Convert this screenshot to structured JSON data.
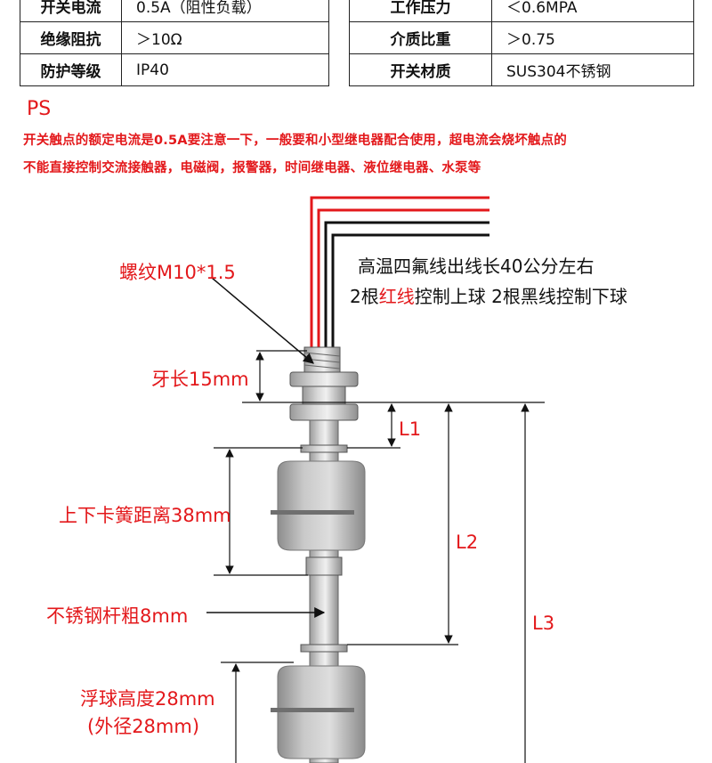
{
  "spec_table": {
    "left": [
      {
        "key": "开关电流",
        "value": "0.5A（阻性负载）"
      },
      {
        "key": "绝缘阻抗",
        "value": "＞10Ω"
      },
      {
        "key": "防护等级",
        "value": "IP40"
      }
    ],
    "right": [
      {
        "key": "工作压力",
        "value": "＜0.6MPA"
      },
      {
        "key": "介质比重",
        "value": "＞0.75"
      },
      {
        "key": "开关材质",
        "value": "SUS304不锈钢"
      }
    ]
  },
  "ps": {
    "title": "PS",
    "line1": "开关触点的额定电流是0.5A要注意一下，一般要和小型继电器配合使用，超电流会烧坏触点的",
    "line2": "不能直接控制交流接触器，电磁阀，报警器，时间继电器、液位继电器、水泵等"
  },
  "diagram": {
    "thread_label": "螺纹M10*1.5",
    "wire_note_1": "高温四氟线出线长40公分左右",
    "wire_note_2_a": "2根",
    "wire_note_2_red": "红线",
    "wire_note_2_b": "控制上球 2根黑线控制下球",
    "thread_length_label": "牙长15mm",
    "spring_distance_label": "上下卡簧距离38mm",
    "rod_label": "不锈钢杆粗8mm",
    "float_height_label": "浮球高度28mm",
    "float_diameter_label": "(外径28mm)",
    "dim_l1": "L1",
    "dim_l2": "L2",
    "dim_l3": "L3"
  },
  "colors": {
    "accent_red": "#e3181b",
    "wire_black": "#111111",
    "steel": "#c8c8c8"
  }
}
